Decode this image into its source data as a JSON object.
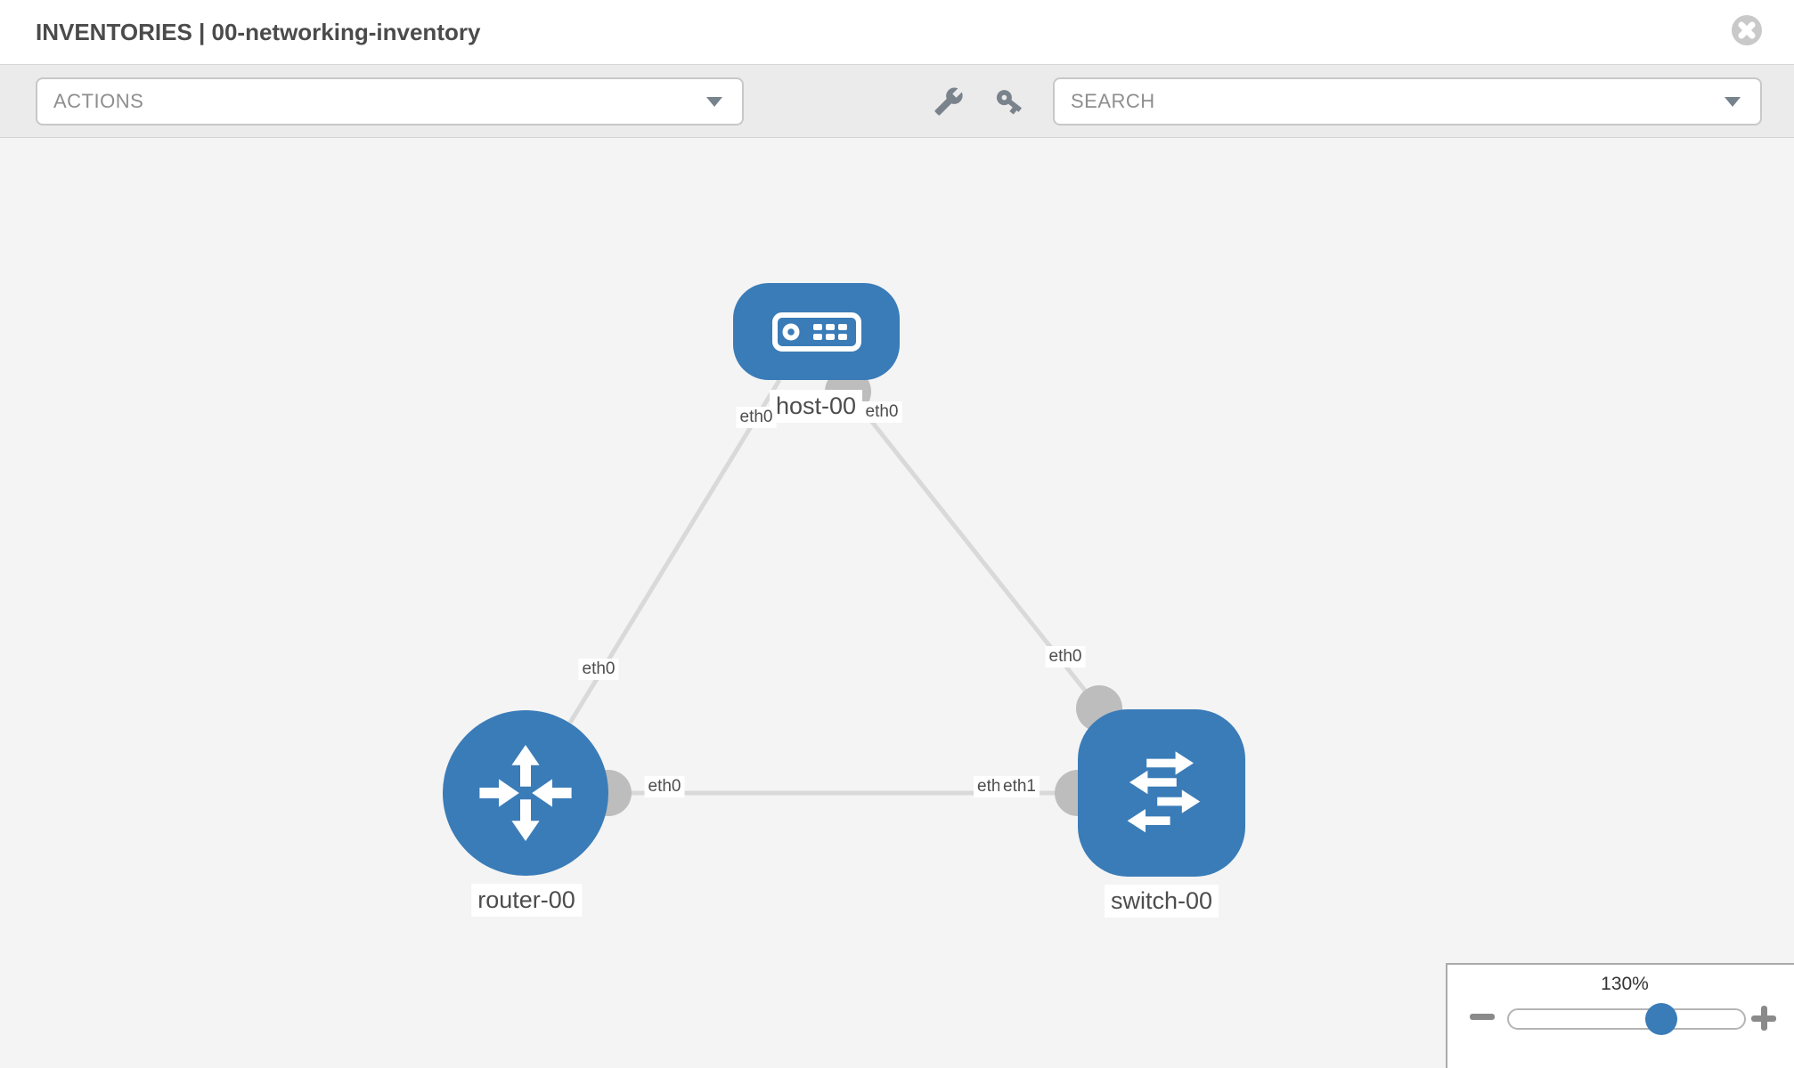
{
  "header": {
    "title": "INVENTORIES | 00-networking-inventory"
  },
  "toolbar": {
    "actions_dropdown": {
      "label": "ACTIONS"
    },
    "search_dropdown": {
      "placeholder": "SEARCH"
    },
    "icons": {
      "wrench": "wrench-icon",
      "key": "key-icon"
    }
  },
  "topology": {
    "nodes": [
      {
        "label": "host-00",
        "type": "host"
      },
      {
        "label": "router-00",
        "type": "router"
      },
      {
        "label": "switch-00",
        "type": "switch"
      }
    ],
    "links": [
      {
        "from": "host-00",
        "to": "router-00",
        "from_interface": "eth0",
        "to_interface": "eth0"
      },
      {
        "from": "host-00",
        "to": "switch-00",
        "from_interface": "eth0",
        "to_interface": "eth0"
      },
      {
        "from": "router-00",
        "to": "switch-00",
        "from_interface": "eth0",
        "to_interface": "eth1",
        "overlapped_interface_label": "eth0"
      }
    ]
  },
  "zoom_control": {
    "value": "130%",
    "icons": {
      "minus": "minus-icon",
      "plus": "plus-icon"
    }
  },
  "colors": {
    "node_blue": "#3a7cb8",
    "link_gray": "#d9d9d9",
    "connector_gray": "#bdbdbd",
    "canvas_bg": "#f4f4f4",
    "toolbar_bg": "#ebebeb",
    "icon_slate": "#7a828c",
    "label_text": "#4d4d4d"
  }
}
